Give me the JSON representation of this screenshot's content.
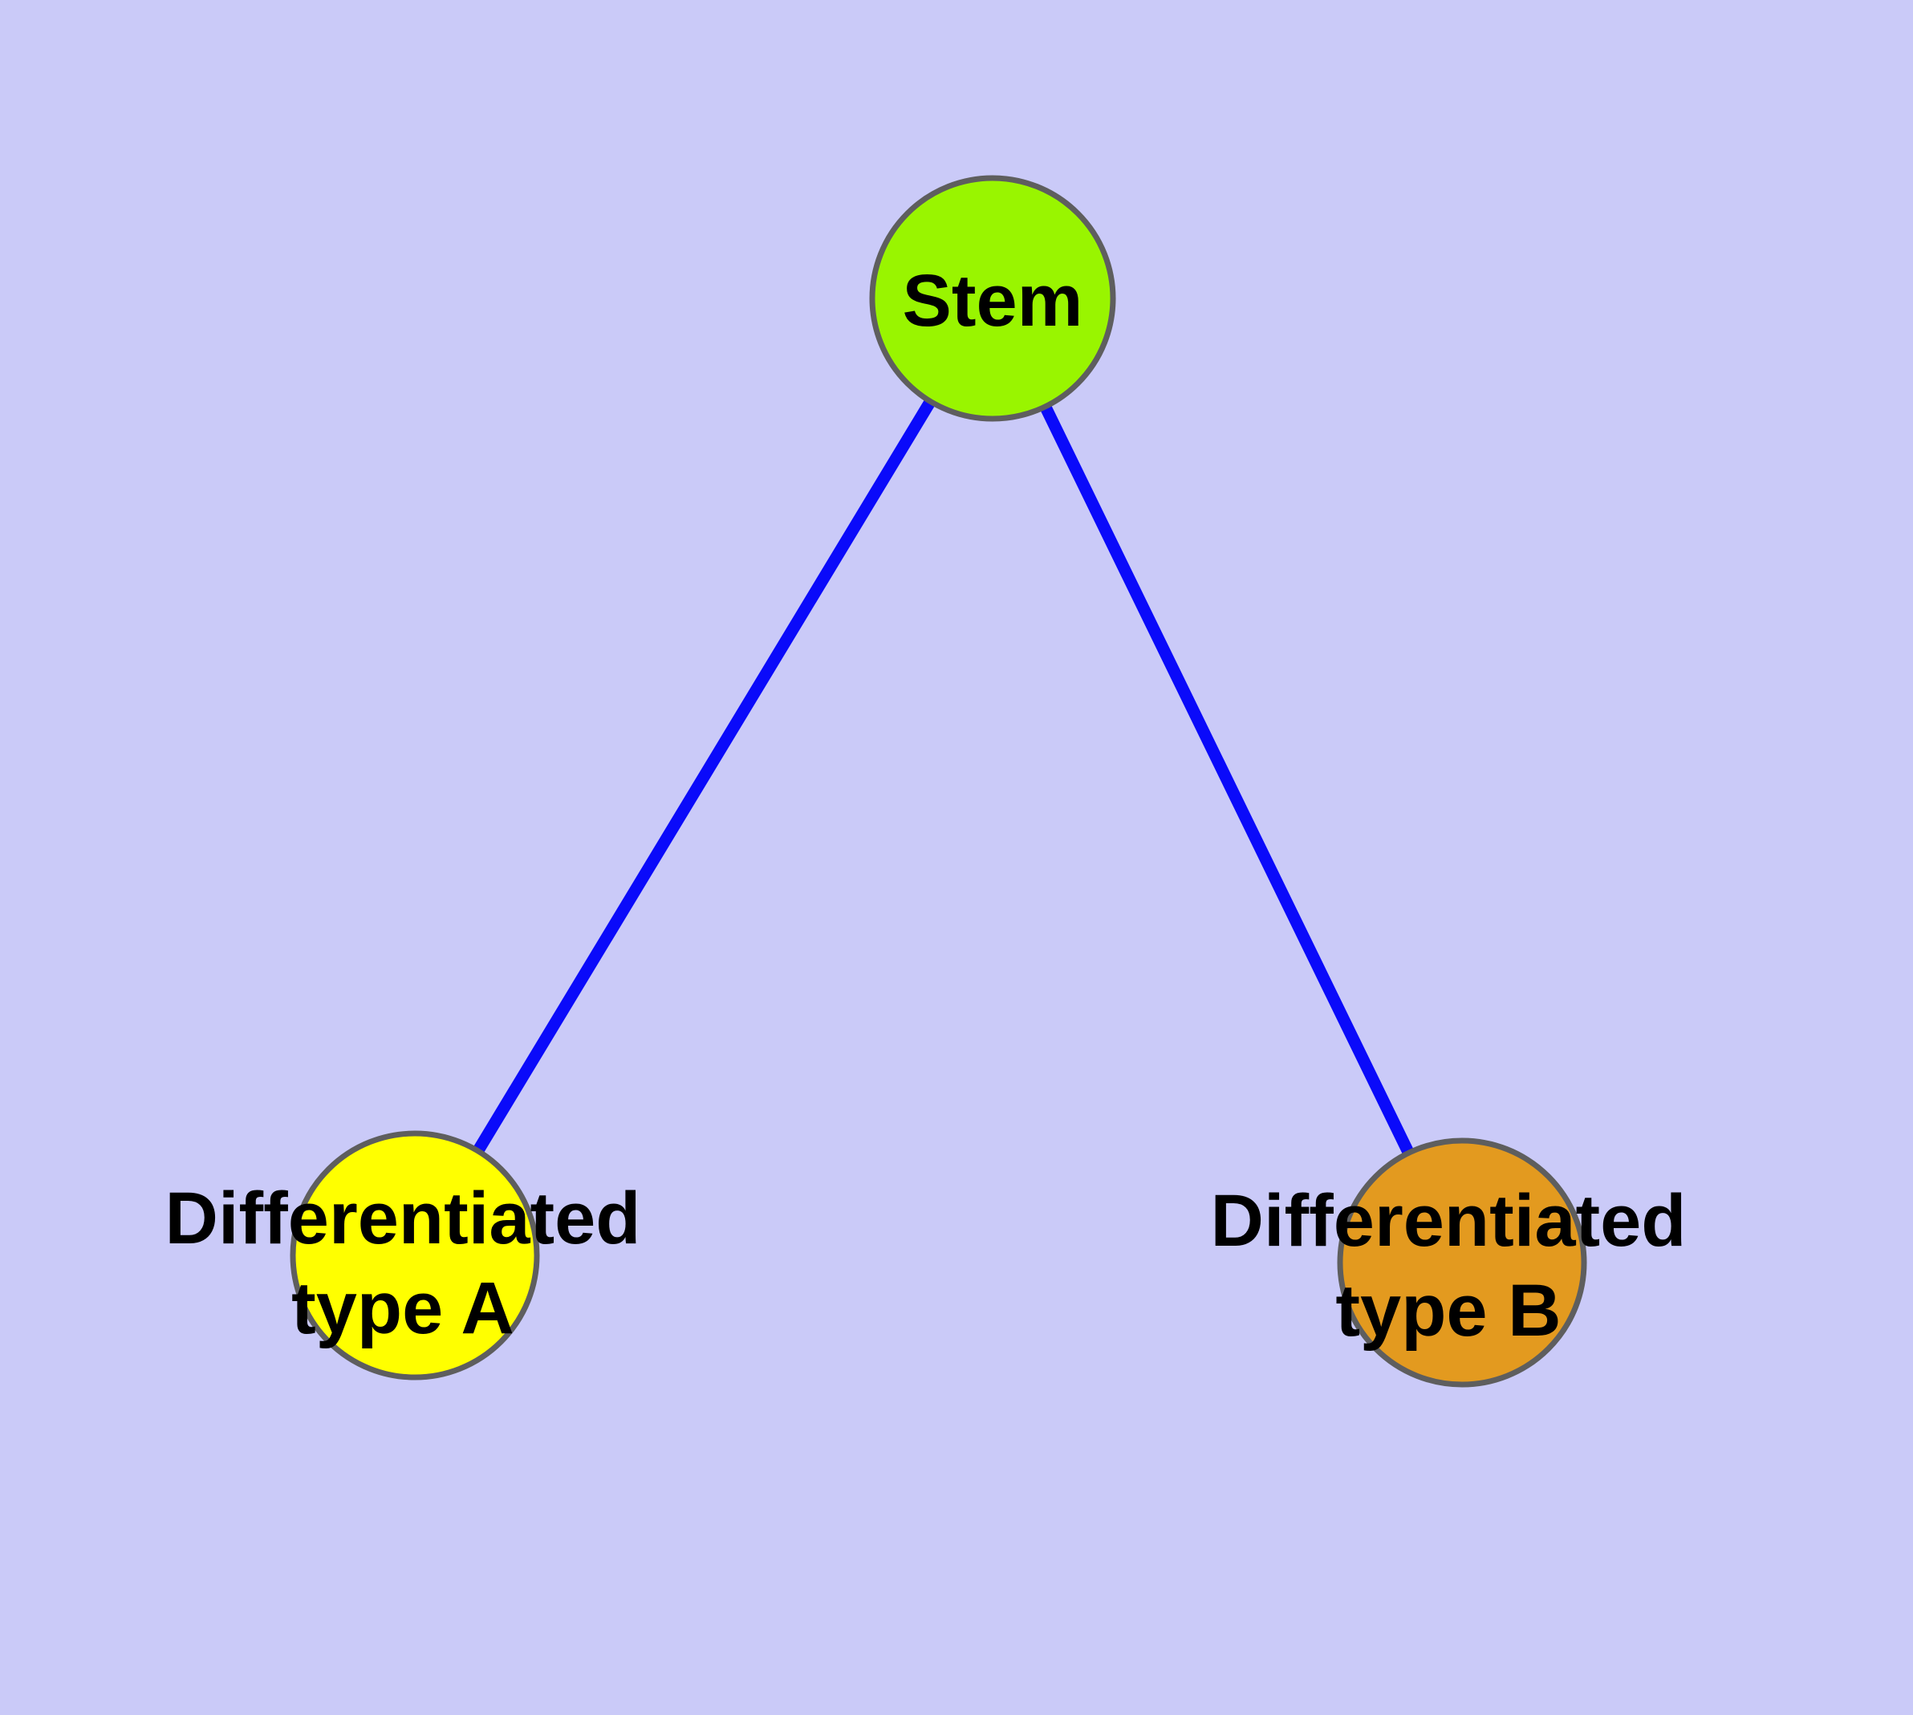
{
  "graph": {
    "background_color": "#cacaf8",
    "edge_color": "#0a0afa",
    "node_border_color": "#5e5e5e",
    "label_color": "#000000",
    "nodes": [
      {
        "id": "stem",
        "label": "Stem",
        "color": "#99f500"
      },
      {
        "id": "differentiated-type-a",
        "label": "Differentiated type A",
        "label_line1": "Differentiated",
        "label_line2": "type A",
        "color": "#ffff00"
      },
      {
        "id": "differentiated-type-b",
        "label": "Differentiated type B",
        "label_line1": "Differentiated",
        "label_line2": "type B",
        "color": "#e39a1f"
      }
    ],
    "edges": [
      {
        "from": "Stem",
        "to": "Differentiated type A"
      },
      {
        "from": "Stem",
        "to": "Differentiated type B"
      }
    ]
  }
}
